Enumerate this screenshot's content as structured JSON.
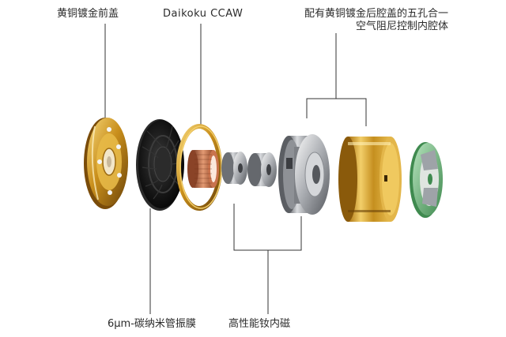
{
  "labels": {
    "front_cover": "黄铜镀金前盖",
    "coil": "Daikoku CCAW",
    "rear_cover_line1": "配有黄铜镀金后腔盖的五孔合一",
    "rear_cover_line2": "空气阻尼控制内腔体",
    "diaphragm": "6μm-碳纳米管振膜",
    "magnet": "高性能钕内磁"
  },
  "colors": {
    "gold": "#d4a22a",
    "leader_line": "#333333",
    "diaphragm": "#1c1c1c",
    "green_ring": "#7fbf8a"
  },
  "icons": [
    "gold-front-cover",
    "carbon-diaphragm",
    "ccaw-coil",
    "magnet-disc",
    "metal-housing",
    "gold-rear-cover",
    "damping-filter"
  ]
}
